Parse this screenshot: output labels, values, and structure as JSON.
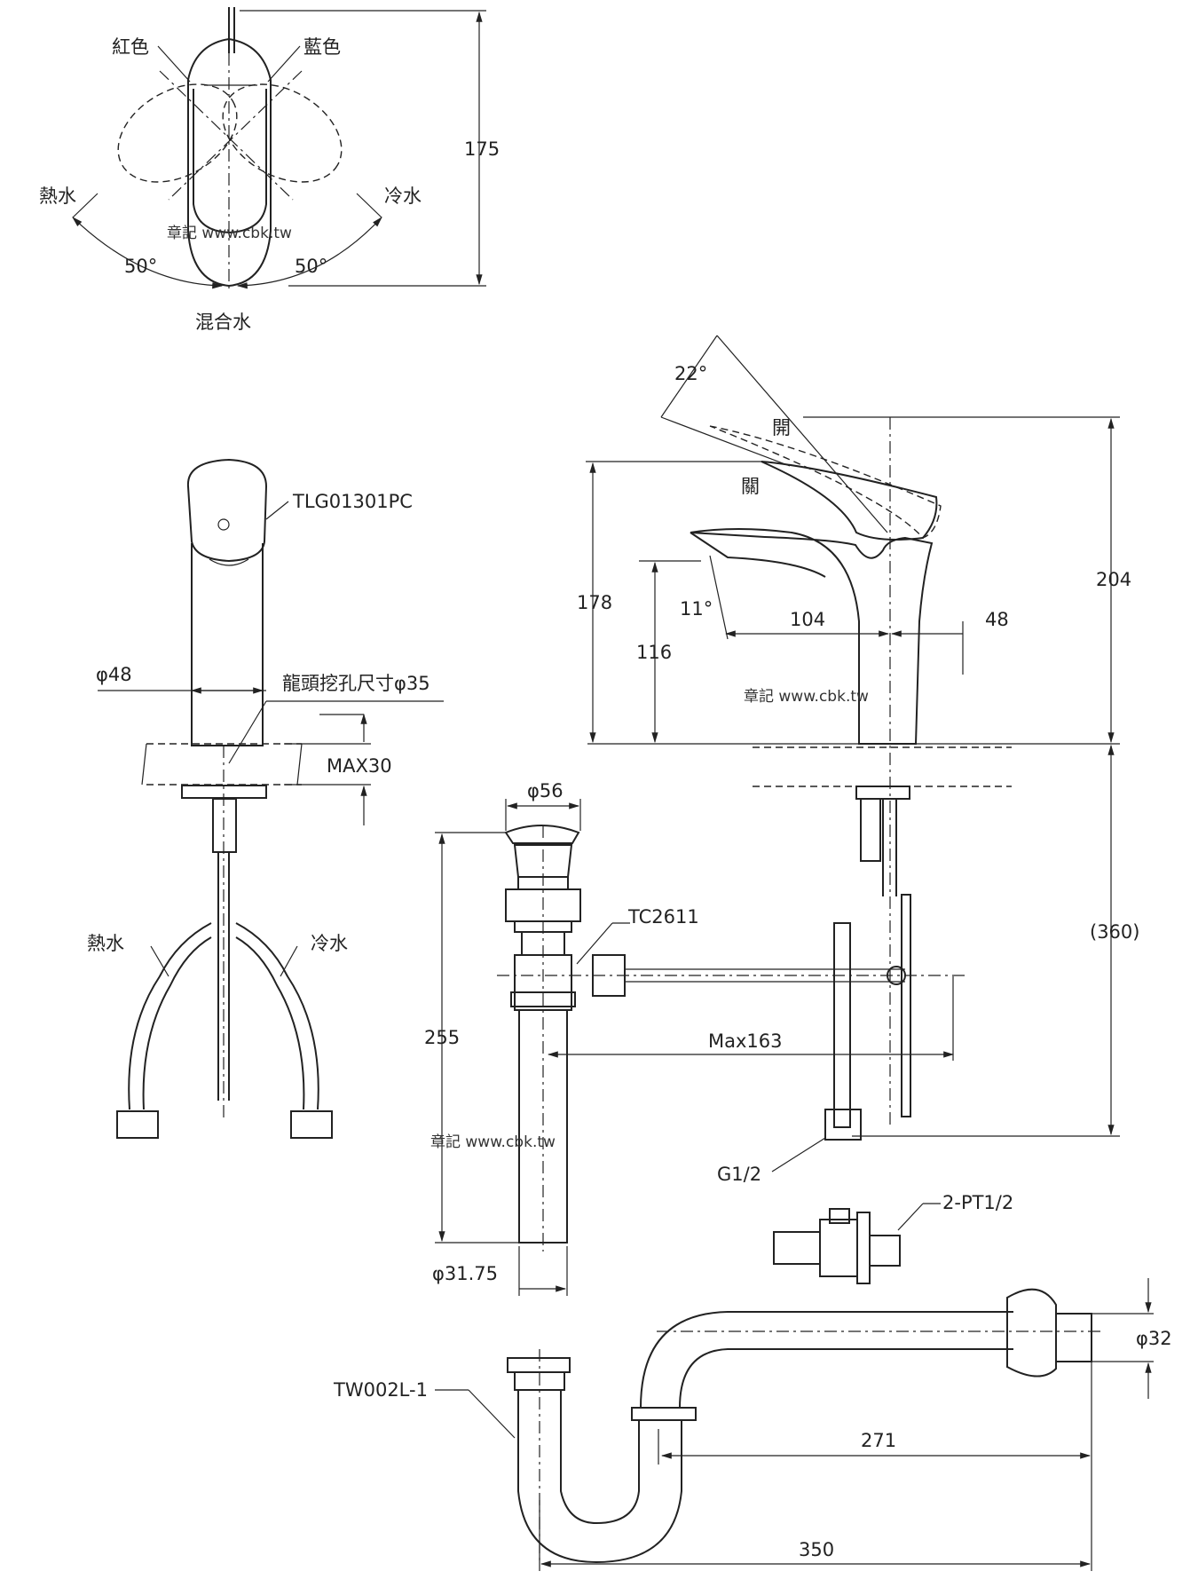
{
  "top_view": {
    "height": "175",
    "red": "紅色",
    "blue": "藍色",
    "hot": "熱水",
    "cold": "冷水",
    "angle_left": "50°",
    "angle_right": "50°",
    "mixed": "混合水",
    "watermark": "章記 www.cbk.tw"
  },
  "front_view": {
    "model": "TLG01301PC",
    "dia": "φ48",
    "hole": "龍頭挖孔尺寸φ35",
    "max_thickness": "MAX30",
    "hot": "熱水",
    "cold": "冷水"
  },
  "side_view": {
    "angle_top": "22°",
    "open": "開",
    "close": "關",
    "h178": "178",
    "h116": "116",
    "angle11": "11°",
    "d104": "104",
    "d48": "48",
    "h204": "204",
    "h360": "(360)",
    "watermark": "章記 www.cbk.tw"
  },
  "drain": {
    "dia56": "φ56",
    "model": "TC2611",
    "h255": "255",
    "max163": "Max163",
    "dia3175": "φ31.75",
    "watermark": "章記 www.cbk.tw",
    "g12": "G1/2"
  },
  "valve": {
    "pt": "2-PT1/2"
  },
  "trap": {
    "model": "TW002L-1",
    "dia32": "φ32",
    "d271": "271",
    "d350": "350"
  }
}
